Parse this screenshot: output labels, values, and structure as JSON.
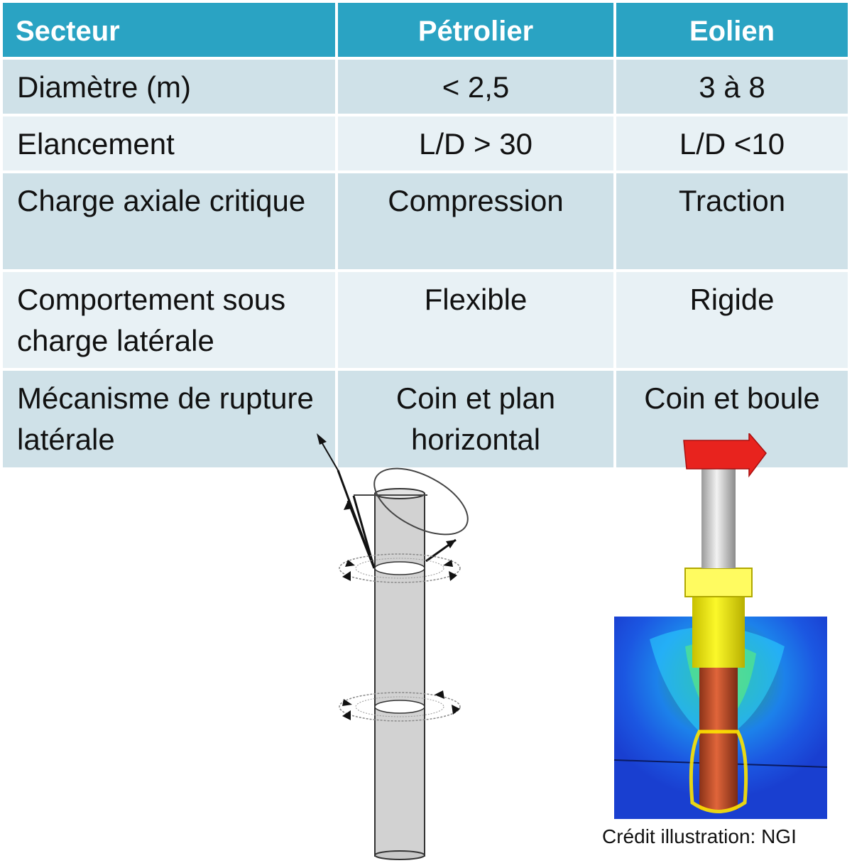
{
  "table": {
    "headers": [
      "Secteur",
      "Pétrolier",
      "Eolien"
    ],
    "rows": [
      {
        "label": "Diamètre (m)",
        "petrolier": "<  2,5",
        "eolien": "3  à  8"
      },
      {
        "label": "Elancement",
        "petrolier": "L/D > 30",
        "eolien": "L/D <10"
      },
      {
        "label": "Charge axiale critique",
        "petrolier": "Compression",
        "eolien": "Traction"
      },
      {
        "label": "Comportement sous charge latérale",
        "petrolier": "Flexible",
        "eolien": "Rigide"
      },
      {
        "label": "Mécanisme de rupture latérale",
        "petrolier": "Coin et plan horizontal",
        "eolien": "Coin et boule"
      }
    ]
  },
  "credit": "Crédit illustration: NGI",
  "colors": {
    "header_bg": "#2aa3c3",
    "row_dark": "#cfe1e8",
    "row_light": "#e8f1f5",
    "arrow_red": "#e8231e",
    "pile_yellow": "#f2ef1a",
    "soil_blue": "#1a3fd0"
  }
}
